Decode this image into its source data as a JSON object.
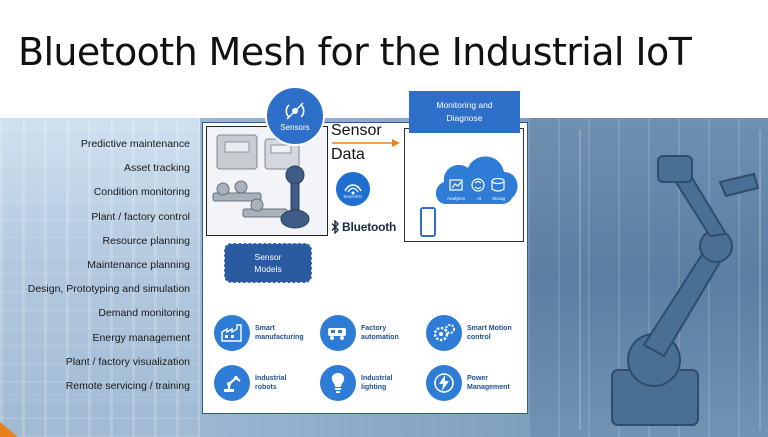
{
  "slide": {
    "title": "Bluetooth Mesh for the Industrial IoT"
  },
  "left_list": [
    "Predictive maintenance",
    "Asset tracking",
    "Condition monitoring",
    "Plant / factory control",
    "Resource planning",
    "Maintenance planning",
    "Design, Prototyping and simulation",
    "Demand monitoring",
    "Energy management",
    "Plant / factory visualization",
    "Remote servicing / training"
  ],
  "diagram": {
    "sensors_label": "Sensors",
    "sensor_data_line1": "Sensor",
    "sensor_data_line2": "Data",
    "bluemesh_text": "BlueNRG",
    "bluetooth_text": "Bluetooth",
    "monitoring_line1": "Monitoring and",
    "monitoring_line2": "Diagnose",
    "cloud_labels": [
      "Analytics",
      "AI",
      "Storag"
    ],
    "sensor_models_line1": "Sensor",
    "sensor_models_line2": "Models"
  },
  "applications": [
    {
      "line1": "Smart",
      "line2": "manufacturing",
      "icon": "factory-icon"
    },
    {
      "line1": "Factory",
      "line2": "automation",
      "icon": "train-icon"
    },
    {
      "line1": "Smart Motion",
      "line2": "control",
      "icon": "gears-icon"
    },
    {
      "line1": "Industrial",
      "line2": "robots",
      "icon": "robot-arm-icon"
    },
    {
      "line1": "Industrial",
      "line2": "lighting",
      "icon": "lightbulb-icon"
    },
    {
      "line1": "Power",
      "line2": "Management",
      "icon": "lightning-icon"
    }
  ],
  "colors": {
    "accent_blue": "#2e6fc9",
    "header_blue": "#2a5aa0",
    "app_text": "#1d4f91",
    "arrow_orange": "#e8801e"
  }
}
